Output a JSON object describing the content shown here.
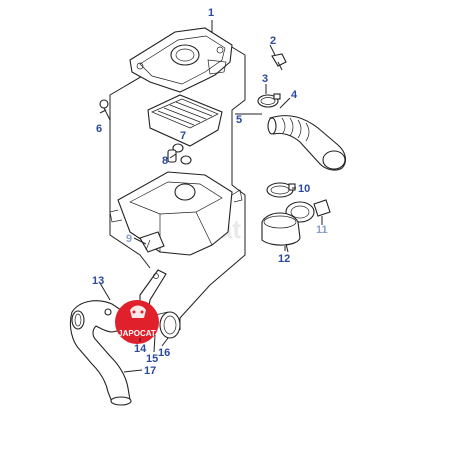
{
  "diagram": {
    "callouts": [
      {
        "id": "c1",
        "text": "1"
      },
      {
        "id": "c2",
        "text": "2"
      },
      {
        "id": "c3",
        "text": "3"
      },
      {
        "id": "c4",
        "text": "4"
      },
      {
        "id": "c5",
        "text": "5"
      },
      {
        "id": "c6",
        "text": "6"
      },
      {
        "id": "c7",
        "text": "7"
      },
      {
        "id": "c8",
        "text": "8"
      },
      {
        "id": "c9",
        "text": "9"
      },
      {
        "id": "c10",
        "text": "10"
      },
      {
        "id": "c11",
        "text": "11"
      },
      {
        "id": "c12",
        "text": "12"
      },
      {
        "id": "c13",
        "text": "13"
      },
      {
        "id": "c14",
        "text": "14"
      },
      {
        "id": "c15",
        "text": "15"
      },
      {
        "id": "c16",
        "text": "16"
      },
      {
        "id": "c17",
        "text": "17"
      }
    ],
    "logo_text": "JAPOCAT",
    "watermark_text": "japocat",
    "colors": {
      "callout": "#2a4a9a",
      "callout_muted": "#8aa0c8",
      "line": "#222222",
      "logo": "#e0202a"
    }
  }
}
